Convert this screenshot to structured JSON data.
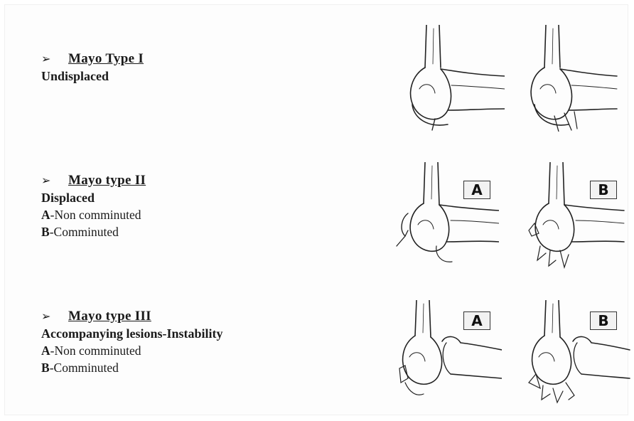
{
  "types": [
    {
      "bullet": "➢",
      "title": "Mayo Type I",
      "subtitle": "Undisplaced",
      "lines": []
    },
    {
      "bullet": "➢",
      "title": "Mayo type II",
      "subtitle": "Displaced",
      "lines": [
        {
          "letter": "A",
          "text": "-Non comminuted"
        },
        {
          "letter": "B",
          "text": "-Comminuted"
        }
      ],
      "panel_labels": [
        "A",
        "B"
      ]
    },
    {
      "bullet": "➢",
      "title": "Mayo type III",
      "subtitle": "Accompanying lesions-Instability",
      "lines": [
        {
          "letter": "A",
          "text": "-Non comminuted"
        },
        {
          "letter": "B",
          "text": "-Comminuted"
        }
      ],
      "panel_labels": [
        "A",
        "B"
      ]
    }
  ]
}
